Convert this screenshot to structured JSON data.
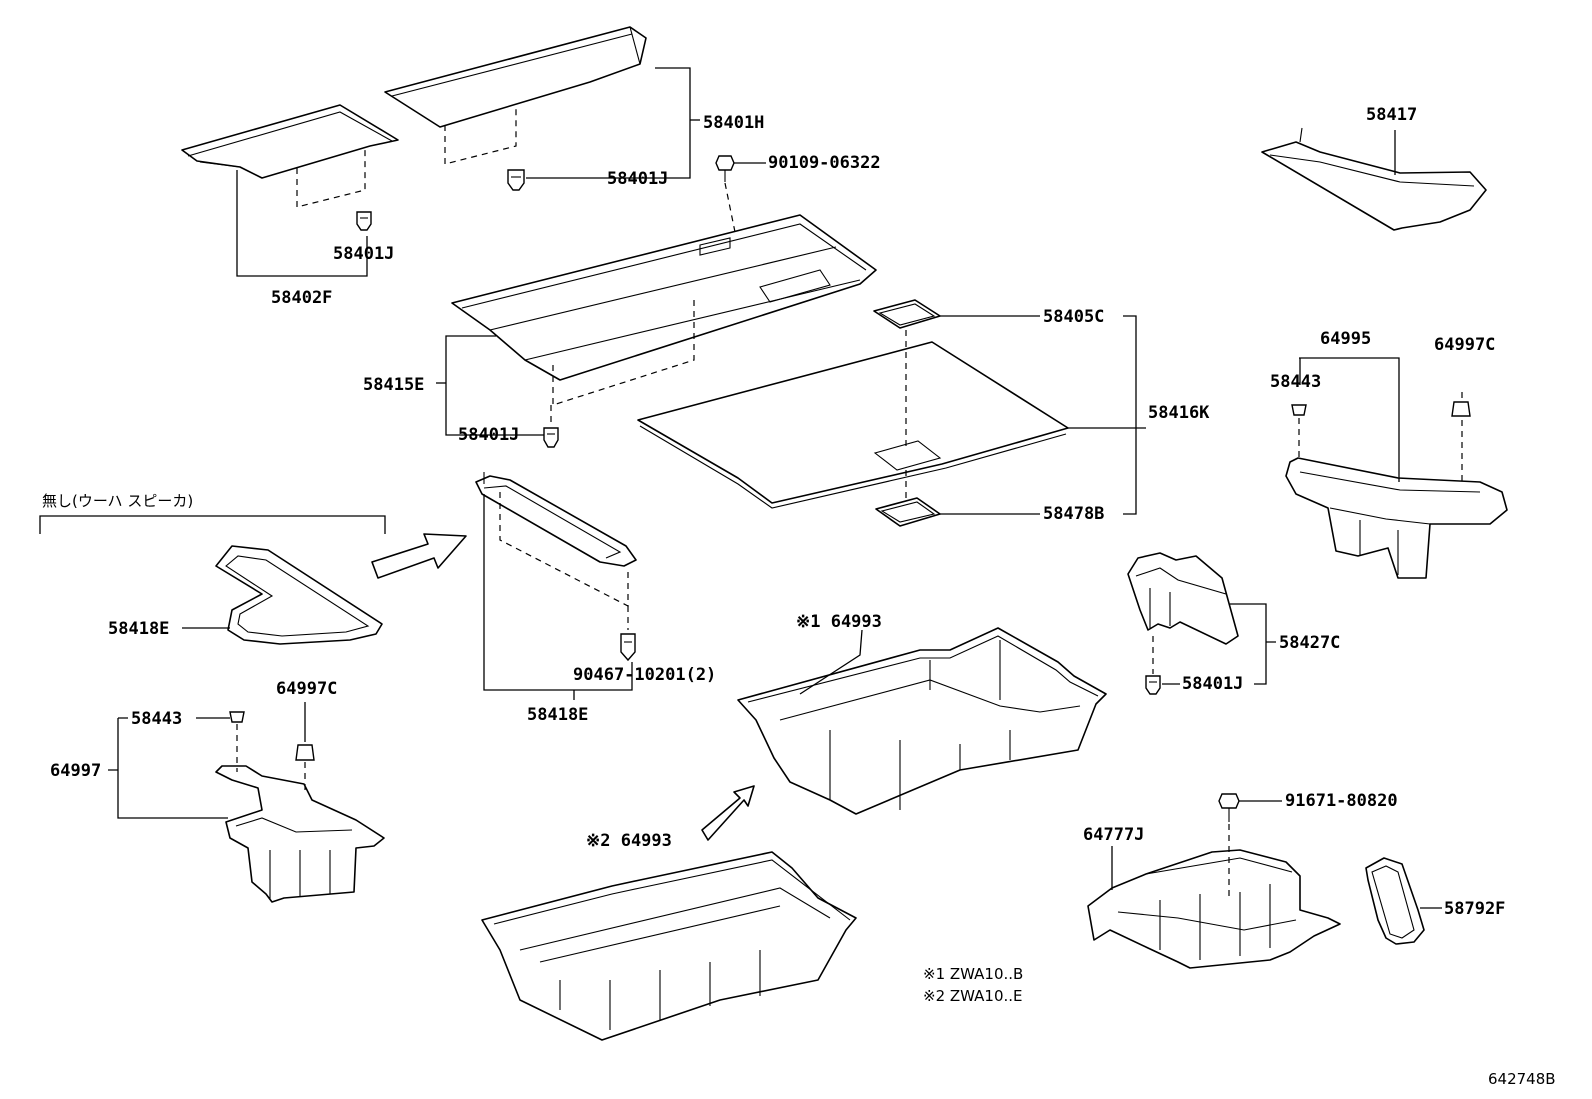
{
  "labels": {
    "p58401H": "58401H",
    "p58401J_top": "58401J",
    "p90109": "90109-06322",
    "p58401J_left": "58401J",
    "p58402F": "58402F",
    "p58415E": "58415E",
    "p58401J_mid": "58401J",
    "p58405C": "58405C",
    "p58416K": "58416K",
    "p58478B": "58478B",
    "p58417": "58417",
    "p64995": "64995",
    "p64997C_right": "64997C",
    "p58443_right": "58443",
    "p58427C": "58427C",
    "p58401J_right": "58401J",
    "p58418E_left": "58418E",
    "p90467": "90467-10201(2)",
    "p58418E_center": "58418E",
    "p64997C_left": "64997C",
    "p58443_left": "58443",
    "p64997": "64997",
    "p64993_1": "※1 64993",
    "p64993_2": "※2 64993",
    "p91671": "91671-80820",
    "p64777J": "64777J",
    "p58792F": "58792F"
  },
  "japanese_note": "無し(ウーハ スピーカ)",
  "notes": [
    "※1 ZWA10..B",
    "※2 ZWA10..E"
  ],
  "figure_id": "642748B"
}
